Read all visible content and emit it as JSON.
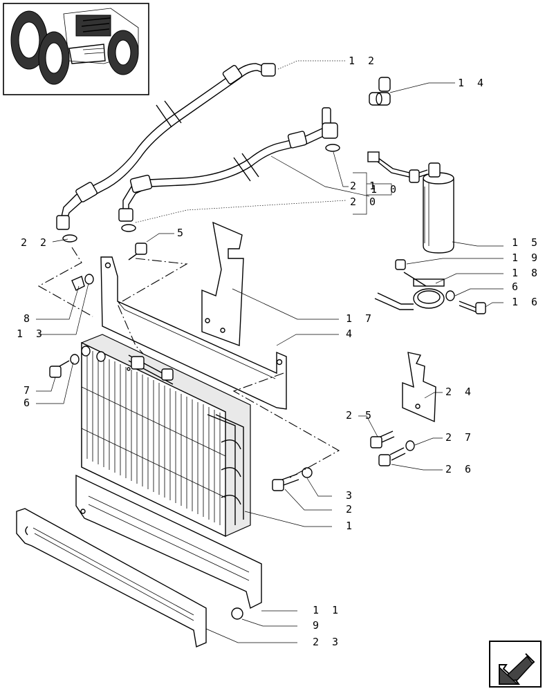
{
  "callouts": [
    {
      "id": "12",
      "text": "1 2"
    },
    {
      "id": "14",
      "text": "1 4"
    },
    {
      "id": "21",
      "text": "2 1"
    },
    {
      "id": "10",
      "text": "1 0"
    },
    {
      "id": "20",
      "text": "2 0"
    },
    {
      "id": "15",
      "text": "1 5"
    },
    {
      "id": "19",
      "text": "1 9"
    },
    {
      "id": "18",
      "text": "1 8"
    },
    {
      "id": "6a",
      "text": "6"
    },
    {
      "id": "16",
      "text": "1 6"
    },
    {
      "id": "22",
      "text": "2 2"
    },
    {
      "id": "5",
      "text": "5"
    },
    {
      "id": "17",
      "text": "1 7"
    },
    {
      "id": "8",
      "text": "8"
    },
    {
      "id": "13",
      "text": "1 3"
    },
    {
      "id": "4",
      "text": "4"
    },
    {
      "id": "7",
      "text": "7"
    },
    {
      "id": "6b",
      "text": "6"
    },
    {
      "id": "24",
      "text": "2 4"
    },
    {
      "id": "25",
      "text": "2 5"
    },
    {
      "id": "27",
      "text": "2 7"
    },
    {
      "id": "26",
      "text": "2 6"
    },
    {
      "id": "3",
      "text": "3"
    },
    {
      "id": "2",
      "text": "2"
    },
    {
      "id": "1",
      "text": "1"
    },
    {
      "id": "11",
      "text": "1 1"
    },
    {
      "id": "9",
      "text": "9"
    },
    {
      "id": "23",
      "text": "2 3"
    }
  ],
  "icons": {
    "thumbnail": "tractor-thumbnail-icon",
    "navigation": "next-page-arrow-icon"
  }
}
